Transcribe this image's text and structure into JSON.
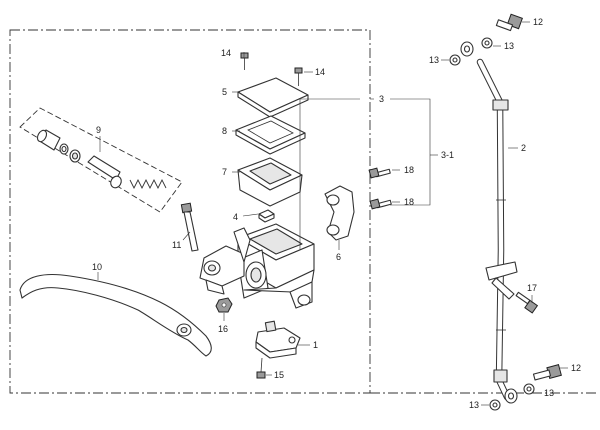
{
  "labels": {
    "p1": "1",
    "p2": "2",
    "p3": "3",
    "p3_1": "3-1",
    "p4": "4",
    "p5": "5",
    "p6": "6",
    "p7": "7",
    "p8": "8",
    "p9": "9",
    "p10": "10",
    "p11": "11",
    "p12_top": "12",
    "p12_bottom": "12",
    "p13_top_left": "13",
    "p13_top_right": "13",
    "p13_bottom_left": "13",
    "p13_bottom_right": "13",
    "p14_left": "14",
    "p14_right": "14",
    "p15": "15",
    "p16": "16",
    "p17": "17",
    "p18_upper": "18",
    "p18_lower": "18"
  }
}
